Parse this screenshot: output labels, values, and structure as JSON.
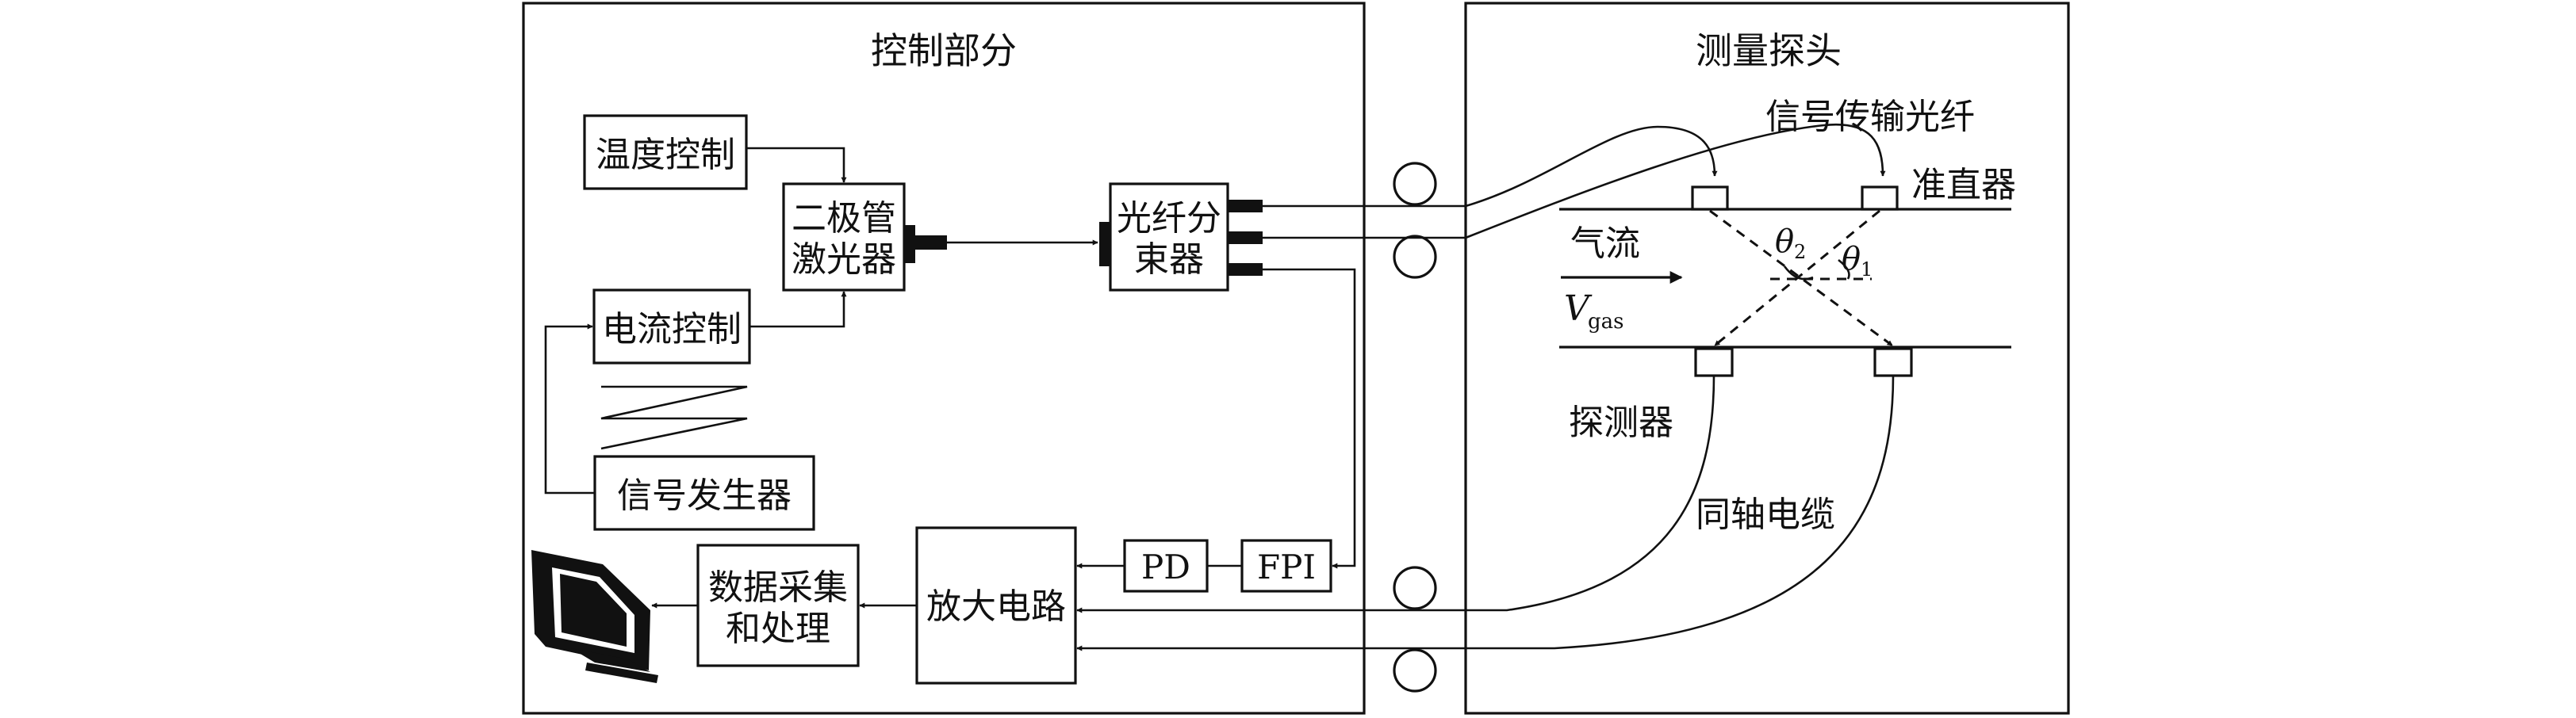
{
  "panels": {
    "control_title": "控制部分",
    "probe_title": "测量探头"
  },
  "blocks": {
    "temp_control": "温度控制",
    "laser_line1": "二极管",
    "laser_line2": "激光器",
    "current_control": "电流控制",
    "signal_generator": "信号发生器",
    "splitter_line1": "光纤分",
    "splitter_line2": "束器",
    "pd": "PD",
    "fpi": "FPI",
    "amplifier": "放大电路",
    "daq_line1": "数据采集",
    "daq_line2": "和处理"
  },
  "probe_labels": {
    "fiber": "信号传输光纤",
    "collimator": "准直器",
    "airflow": "气流",
    "v_symbol": "V",
    "v_subscript": "gas",
    "theta": "θ",
    "theta1_sub": "1",
    "theta2_sub": "2",
    "detector": "探测器",
    "coax": "同轴电缆"
  },
  "icons": {
    "monitor": "computer-monitor-icon",
    "sawtooth": "sawtooth-waveform-icon"
  }
}
